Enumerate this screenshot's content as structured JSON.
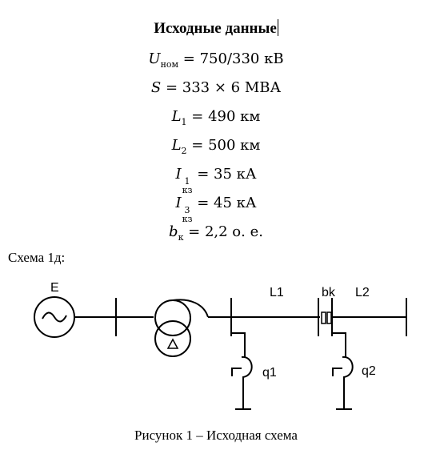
{
  "heading": "Исходные данные",
  "params": {
    "U": {
      "symbol": "U",
      "sub": "ном",
      "value": " = 750/330 кВ"
    },
    "S": {
      "symbol": "S",
      "value": " = 333 × 6 МВА"
    },
    "L1": {
      "symbol": "L",
      "sub": "1",
      "value": " = 490 км"
    },
    "L2": {
      "symbol": "L",
      "sub": "2",
      "value": " = 500 км"
    },
    "I1": {
      "symbol": "I",
      "sup": "1",
      "sub": "кз",
      "value": " = 35 кА"
    },
    "I3": {
      "symbol": "I",
      "sup": "3",
      "sub": "кз",
      "value": " = 45 кА"
    },
    "bk": {
      "symbol": "b",
      "sub": "к",
      "value": " = 2,2 о. е."
    }
  },
  "scheme_label": "Схема 1д:",
  "diagram": {
    "generator_label": "E",
    "line1_label": "L1",
    "line2_label": "L2",
    "reactor_label": "bk",
    "breaker1_label": "q1",
    "breaker2_label": "q2"
  },
  "caption": "Рисунок 1 – Исходная схема"
}
